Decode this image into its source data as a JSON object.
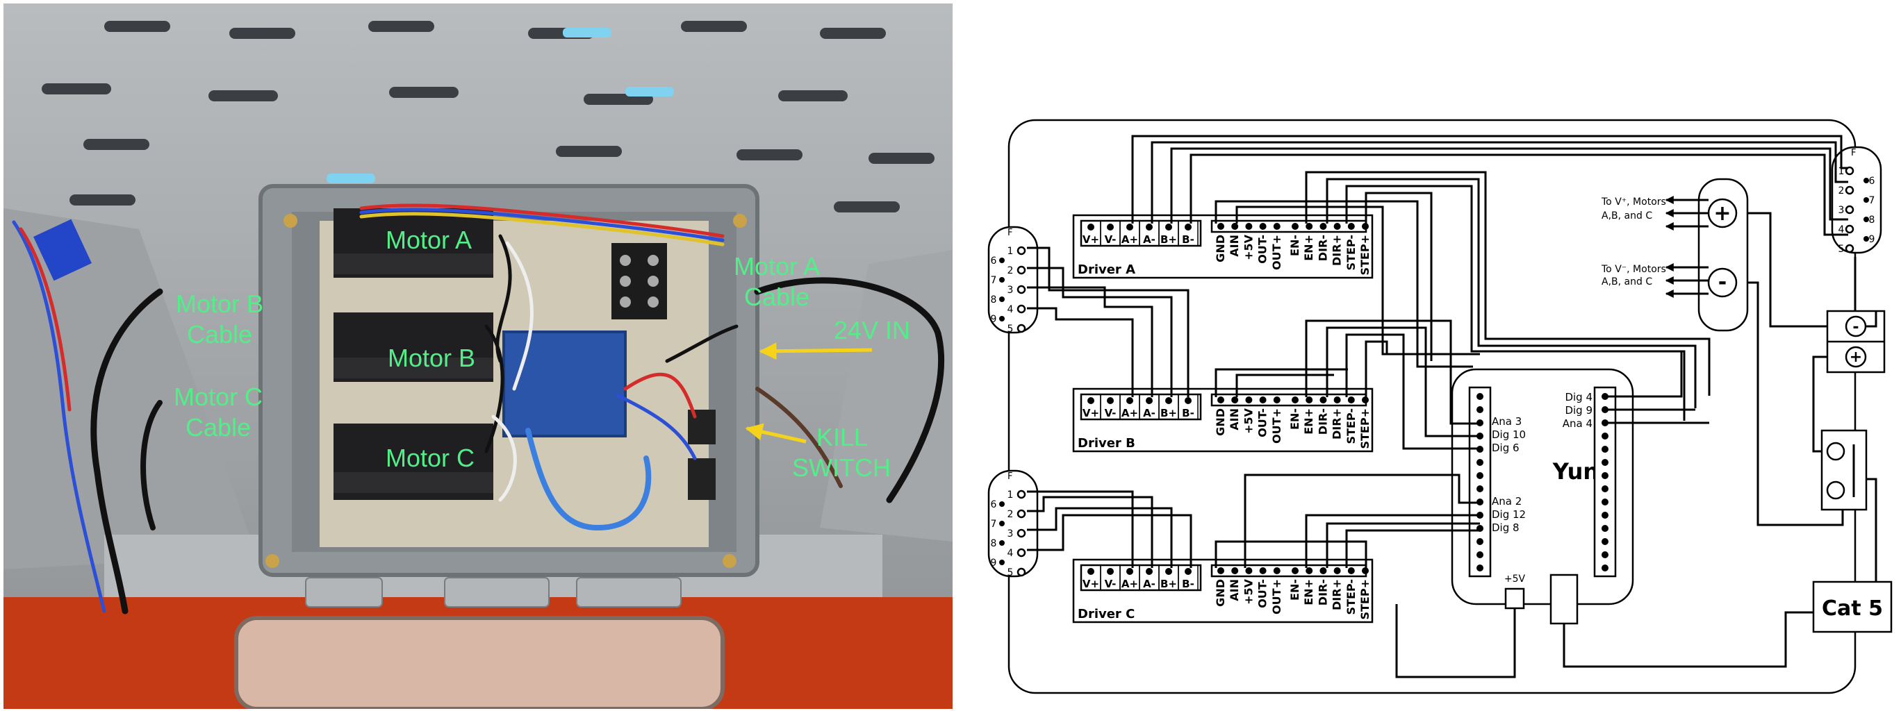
{
  "photo": {
    "labels": {
      "motor_a": "Motor A",
      "motor_b": "Motor B",
      "motor_c": "Motor C",
      "motor_a_cable_1": "Motor A",
      "motor_a_cable_2": "Cable",
      "motor_b_cable_1": "Motor B",
      "motor_b_cable_2": "Cable",
      "motor_c_cable_1": "Motor C",
      "motor_c_cable_2": "Cable",
      "in_24v": "24V IN",
      "kill_1": "KILL",
      "kill_2": "SWITCH"
    },
    "colors": {
      "label": "#52ef88",
      "arrow": "#f6d31b",
      "panel": "#a9acae",
      "enclosure": "#8f9599",
      "backplate": "#cfc9b6",
      "floor": "#c43a15",
      "arduino": "#2a55a8"
    }
  },
  "schematic": {
    "drivers": [
      {
        "name": "Driver A"
      },
      {
        "name": "Driver B"
      },
      {
        "name": "Driver C"
      }
    ],
    "driver_pins_left": [
      "V+",
      "V-",
      "A+",
      "A-",
      "B+",
      "B-"
    ],
    "driver_pins_right": [
      "GND",
      "AIN",
      "+5V",
      "OUT-",
      "OUT+",
      "EN-",
      "EN+",
      "DIR-",
      "DIR+",
      "STEP-",
      "STEP+"
    ],
    "connector_tag": "F",
    "db9_pins": [
      "1",
      "2",
      "3",
      "4",
      "5",
      "6",
      "7",
      "8",
      "9"
    ],
    "yun": {
      "title": "Yun",
      "left_pins_top": [
        "Ana 3",
        "Dig 10",
        "Dig 6"
      ],
      "left_pins_bottom": [
        "Ana 2",
        "Dig 12",
        "Dig 8"
      ],
      "right_pins": [
        "Dig 4",
        "Dig 9",
        "Ana 4"
      ],
      "power_label": "+5V"
    },
    "power": {
      "plus_text": "To V⁺, Motors",
      "minus_text": "To V⁻, Motors",
      "abc_text": "A,B, and C",
      "plus_symbol": "+",
      "minus_symbol": "-"
    },
    "cat5": "Cat 5"
  }
}
